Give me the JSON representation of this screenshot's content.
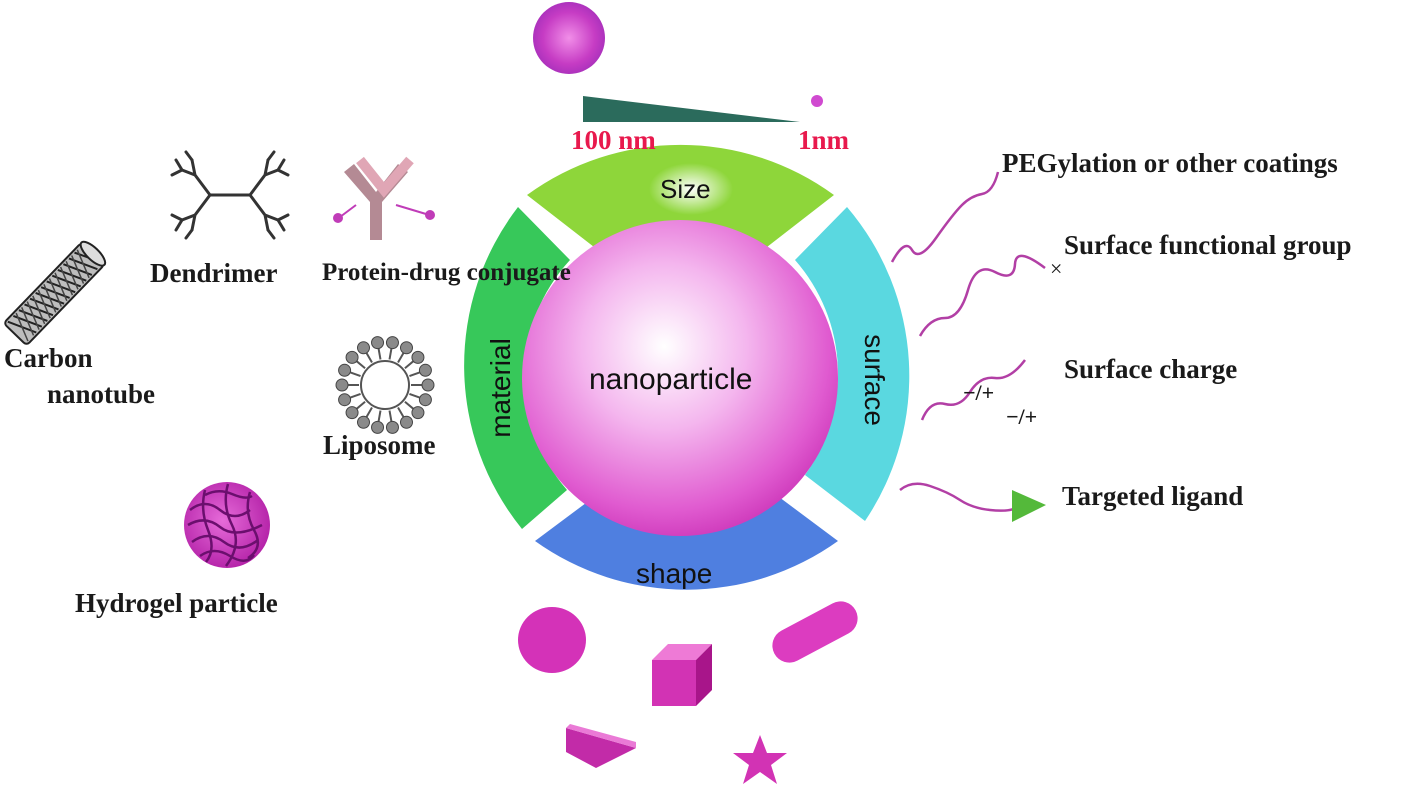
{
  "size_scale": {
    "left": "100 nm",
    "right": "1nm"
  },
  "ring": {
    "center": "nanoparticle",
    "top": "Size",
    "left": "material",
    "right": "surface",
    "bottom": "shape"
  },
  "materials": {
    "carbon_nanotube_line1": "Carbon",
    "carbon_nanotube_line2": "nanotube",
    "dendrimer": "Dendrimer",
    "protein_drug": "Protein-drug conjugate",
    "liposome": "Liposome",
    "hydrogel": "Hydrogel particle"
  },
  "surface": {
    "pegylation": "PEGylation or other coatings",
    "functional_group": "Surface functional group",
    "functional_mark": "×",
    "charge": "Surface charge",
    "charge_sign_1": "−/+",
    "charge_sign_2": "−/+",
    "ligand": "Targeted ligand"
  },
  "colors": {
    "size_segment": "#8ed63a",
    "material_segment": "#37c85a",
    "surface_segment": "#5ad8e0",
    "shape_segment": "#4f7fe0",
    "particle": "#e64fd0",
    "scale_label": "#e8194d"
  }
}
